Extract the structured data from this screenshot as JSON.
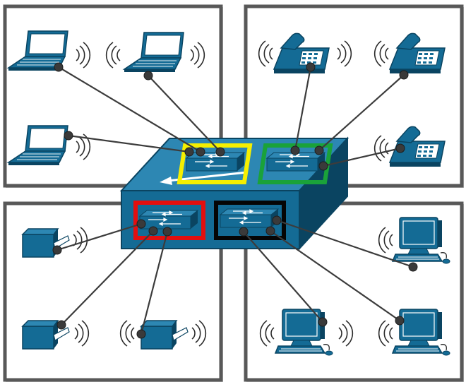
{
  "diagram": {
    "colors": {
      "device": "#146b95",
      "device_dark": "#0a4461",
      "device_light": "#2d87b3",
      "panel_border": "#585858",
      "panel_shadow": "#c8c8c8",
      "link": "#3c3c3c",
      "node": "#3a3a3a",
      "vlan_yellow": "#f5ef00",
      "vlan_green": "#1aa23a",
      "vlan_red": "#e30f0f",
      "vlan_black": "#050505",
      "arrow": "#ffffff"
    },
    "quadrants": [
      {
        "id": "top-left",
        "device_type": "laptop",
        "count": 3,
        "vlan": "yellow"
      },
      {
        "id": "top-right",
        "device_type": "ip-phone",
        "count": 3,
        "vlan": "green"
      },
      {
        "id": "bottom-left",
        "device_type": "printer",
        "count": 3,
        "vlan": "red"
      },
      {
        "id": "bottom-right",
        "device_type": "pc-workstation",
        "count": 3,
        "vlan": "black"
      }
    ],
    "icons": [
      "laptop-icon",
      "ip-phone-icon",
      "printer-icon",
      "workstation-icon",
      "wireless-signal-icon",
      "switch-icon",
      "chassis-icon"
    ]
  }
}
